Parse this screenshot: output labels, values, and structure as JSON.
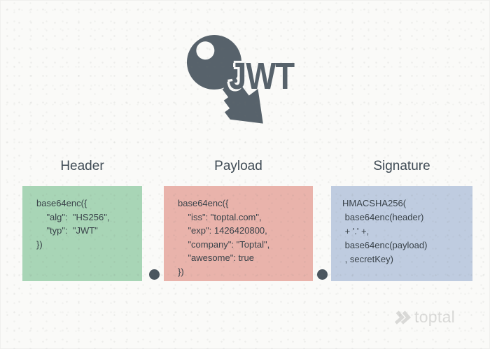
{
  "logo": {
    "text": "JWT",
    "icon": "key-icon",
    "color": "#57626b"
  },
  "sections": [
    {
      "label": "Header",
      "box_color": "#a8d5b6",
      "code": [
        "base64enc({",
        "    \"alg\":  \"HS256\",",
        "    \"typ\":  \"JWT\"",
        "})"
      ]
    },
    {
      "label": "Payload",
      "box_color": "#e9b3ab",
      "code": [
        "base64enc({",
        "    \"iss\": \"toptal.com\",",
        "    \"exp\": 1426420800,",
        "    \"company\": \"Toptal\",",
        "    \"awesome\": true",
        "})"
      ]
    },
    {
      "label": "Signature",
      "box_color": "#bfcce0",
      "code": [
        "HMACSHA256(",
        " base64enc(header)",
        " + '.' +,",
        " base64enc(payload)",
        " , secretKey)"
      ]
    }
  ],
  "separators": {
    "count": 2,
    "color": "#4b565f"
  },
  "footer": {
    "brand": "toptal",
    "brand_icon": "toptal-chevron-icon",
    "color": "#d9d9d7"
  },
  "background": {
    "color": "#fafaf8",
    "texture": "dotted"
  }
}
